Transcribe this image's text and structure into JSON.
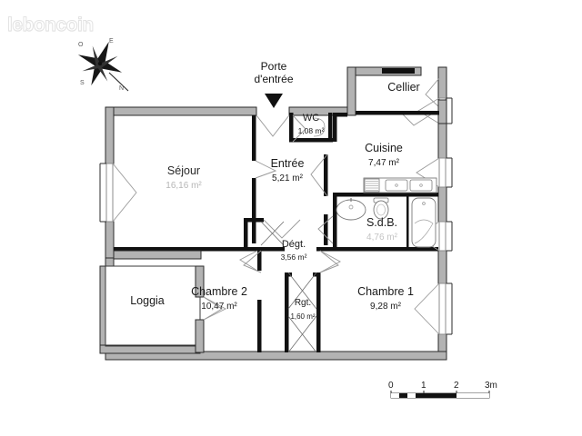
{
  "watermark": {
    "text": "leboncoin"
  },
  "compass": {
    "name": "compass-rose",
    "labels": {
      "north": "N",
      "south": "S",
      "east": "E",
      "west": "O"
    }
  },
  "annotations": {
    "entry_door": {
      "line1": "Porte",
      "line2": "d'entrée",
      "marker": "down-arrow"
    }
  },
  "rooms": [
    {
      "key": "sejour",
      "name": "Séjour",
      "area": "16,16 m²",
      "style": "faded"
    },
    {
      "key": "entree",
      "name": "Entrée",
      "area": "5,21 m²",
      "style": "normal"
    },
    {
      "key": "wc",
      "name": "WC",
      "area": "1,08 m²",
      "style": "small"
    },
    {
      "key": "cuisine",
      "name": "Cuisine",
      "area": "7,47 m²",
      "style": "normal"
    },
    {
      "key": "cellier",
      "name": "Cellier",
      "area": "",
      "style": "normal"
    },
    {
      "key": "sdb",
      "name": "S.d.B.",
      "area": "4,76 m²",
      "style": "faded2"
    },
    {
      "key": "degt",
      "name": "Dégt.",
      "area": "3,56 m²",
      "style": "small"
    },
    {
      "key": "chambre2",
      "name": "Chambre 2",
      "area": "10,47 m²",
      "style": "normal"
    },
    {
      "key": "rgt",
      "name": "Rgt.",
      "area": "1,60 m²",
      "style": "small"
    },
    {
      "key": "chambre1",
      "name": "Chambre 1",
      "area": "9,28 m²",
      "style": "normal"
    },
    {
      "key": "loggia",
      "name": "Loggia",
      "area": "",
      "style": "normal"
    }
  ],
  "scale_bar": {
    "name": "scale-bar",
    "ticks": [
      "0",
      "1",
      "2",
      "3m"
    ],
    "unit": "m"
  },
  "colors": {
    "exterior_wall": "#b3b3b3",
    "exterior_wall_stroke": "#2b2b2b",
    "interior_wall": "#111111",
    "fixture_stroke": "#7a7a7a",
    "door_arc": "#8c8c8c",
    "text": "#1b1b1b",
    "faded_text": "#bdbdbd",
    "background": "#ffffff"
  }
}
